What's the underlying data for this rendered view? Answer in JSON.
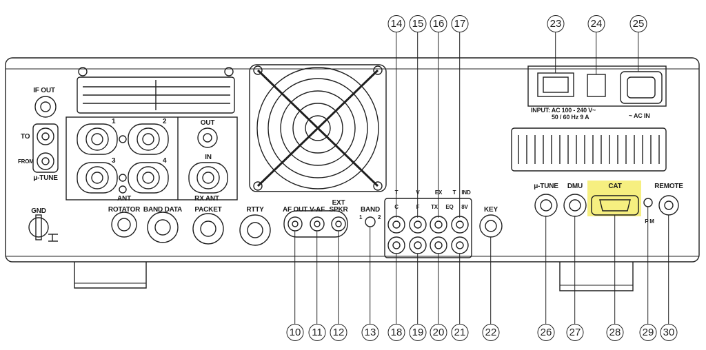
{
  "panel": {
    "if_out": "IF OUT",
    "tuner_to": "TO",
    "tuner_from": "FROM",
    "mu_tune_left": "μ-TUNE",
    "ant_1": "1",
    "ant_2": "2",
    "ant_3": "3",
    "ant_4": "4",
    "ant": "ANT",
    "rx_ant_out": "OUT",
    "rx_ant_in": "IN",
    "rx_ant": "RX ANT",
    "gnd": "GND",
    "rotator": "ROTATOR",
    "band_data": "BAND DATA",
    "packet": "PACKET",
    "rtty": "RTTY",
    "af_out": "AF OUT",
    "v_af": "V-AF",
    "ext_spkr_1": "EXT",
    "ext_spkr_2": "SPKR",
    "band_1": "1",
    "band_2": "2",
    "band_label": "BAND",
    "key": "KEY",
    "mu_tune_right": "μ-TUNE",
    "dmu": "DMU",
    "cat": "CAT",
    "remote": "REMOTE",
    "pm": "P  M",
    "input_line1": "INPUT: AC 100 - 240 V~",
    "input_line2": "50 / 60 Hz 9 A",
    "ac_in": "~ AC IN",
    "rca_top": [
      "T",
      "V",
      "EX",
      "T",
      "IND"
    ],
    "rca_mid": [
      "C",
      "F",
      "TX",
      "EQ",
      "8V"
    ]
  },
  "callouts": [
    {
      "n": "10"
    },
    {
      "n": "11"
    },
    {
      "n": "12"
    },
    {
      "n": "13"
    },
    {
      "n": "14"
    },
    {
      "n": "15"
    },
    {
      "n": "16"
    },
    {
      "n": "17"
    },
    {
      "n": "18"
    },
    {
      "n": "19"
    },
    {
      "n": "20"
    },
    {
      "n": "21"
    },
    {
      "n": "22"
    },
    {
      "n": "23"
    },
    {
      "n": "24"
    },
    {
      "n": "25"
    },
    {
      "n": "26"
    },
    {
      "n": "27"
    },
    {
      "n": "28"
    },
    {
      "n": "29"
    },
    {
      "n": "30"
    }
  ],
  "colors": {
    "highlight": "#f6ef80",
    "line": "#1f1f1f",
    "panel": "#ffffff"
  }
}
